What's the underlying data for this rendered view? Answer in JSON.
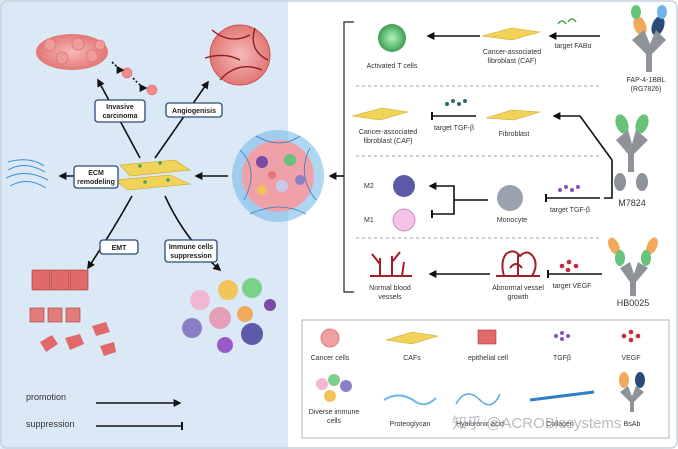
{
  "left_panel": {
    "invasive_carcinoma": [
      "Invasive",
      "carcinoma"
    ],
    "angiogenesis": "Angiogenisis",
    "ecm_remodeling": [
      "ECM",
      "remodeling"
    ],
    "emt": "EMT",
    "immune_suppression": [
      "Immune cells",
      "suppression"
    ]
  },
  "legend_arrows": {
    "promotion": "promotion",
    "suppression": "suppression"
  },
  "right_panel": {
    "activated_t_cells": "Activated T cells",
    "caf_top": [
      "Cancer-associated",
      "fibroblast (CAF)"
    ],
    "target_fap": "target FABα",
    "fap_name": [
      "FAP-4-1BBL",
      "(RG7826)"
    ],
    "caf_mid": [
      "Cancer-associated",
      "fibroblast (CAF)"
    ],
    "target_tgfb_1": "target TGF-β",
    "fibroblast": "Fibroblast",
    "m7824": "M7824",
    "m2": "M2",
    "m1": "M1",
    "monocyte": "Monocyte",
    "target_tgfb_2": "target TGF-β",
    "normal_vessels": [
      "Normal blood",
      "vessels"
    ],
    "abnormal_vessels": [
      "Abnormal vessel",
      "growth"
    ],
    "target_vegf": "target VEGF",
    "hb0025": "HB0025"
  },
  "key": {
    "cancer_cells": "Cancer cells",
    "cafs": "CAFs",
    "epithelial": "epithelial cell",
    "tgfb": "TGFβ",
    "vegf": "VEGF",
    "immune": [
      "Diverse immune",
      "cells"
    ],
    "proteoglycan": "Proteoglycan",
    "hyaluronic": "Hyaluronic acid",
    "collagen": "Collagen",
    "bsab": "BsAb"
  },
  "watermark": "知乎 @ACROBiosystems",
  "colors": {
    "left_bg": "#dbe9f6",
    "box_border": "#2b4a78",
    "tumor_red": "#e06a6a",
    "caf_yellow": "#f2d35a",
    "tgfb_purple": "#8b4fb8",
    "vegf_red": "#c62a3a"
  }
}
